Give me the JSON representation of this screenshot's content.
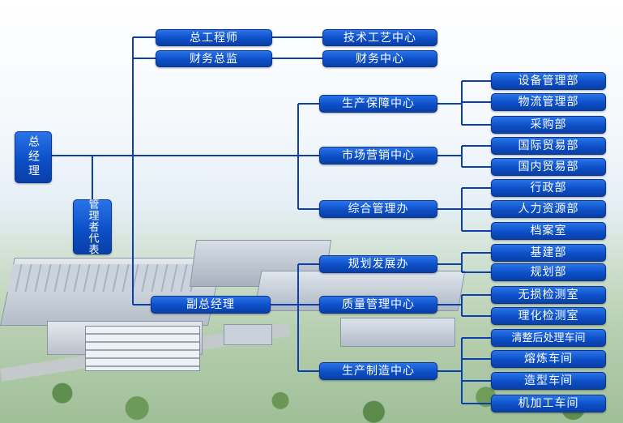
{
  "org_chart": {
    "root": "总经理",
    "rep": "管理者代表",
    "chief_engineer": "总工程师",
    "tech_center": "技术工艺中心",
    "finance_director": "财务总监",
    "finance_center": "财务中心",
    "vice_gm": "副总经理",
    "production_support": "生产保障中心",
    "equipment_dept": "设备管理部",
    "logistics_dept": "物流管理部",
    "purchasing_dept": "采购部",
    "marketing_center": "市场营销中心",
    "intl_trade_dept": "国际贸易部",
    "domestic_trade_dept": "国内贸易部",
    "general_office": "综合管理办",
    "admin_dept": "行政部",
    "hr_dept": "人力资源部",
    "archives_room": "档案室",
    "planning_office": "规划发展办",
    "construction_dept": "基建部",
    "planning_dept": "规划部",
    "quality_center": "质量管理中心",
    "ndt_lab": "无损检测室",
    "chem_lab": "理化检测室",
    "manufacturing_center": "生产制造中心",
    "cleaning_workshop": "清整后处理车间",
    "smelting_workshop": "熔炼车间",
    "molding_workshop": "造型车间",
    "machining_workshop": "机加工车间"
  }
}
